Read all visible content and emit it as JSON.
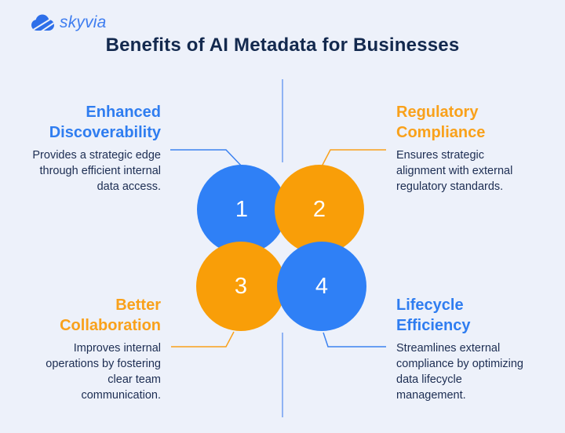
{
  "logo": {
    "text": "skyvia",
    "cloud_icon_color": "#2E6FE9"
  },
  "title": "Benefits of AI Metadata for Businesses",
  "colors": {
    "background": "#EDF1FA",
    "title_text": "#13294E",
    "body_text": "#1C2D52",
    "accent_blue": "#2F7DF0",
    "accent_orange": "#F9A11B",
    "circle_blue": "#2F80F6",
    "circle_orange": "#F99E08",
    "guide_line": "#8FB3F4"
  },
  "circles": [
    {
      "number": "1",
      "color": "#2F80F6"
    },
    {
      "number": "2",
      "color": "#F99E08"
    },
    {
      "number": "3",
      "color": "#F99E08"
    },
    {
      "number": "4",
      "color": "#2F80F6"
    }
  ],
  "benefits": [
    {
      "title": "Enhanced\nDiscoverability",
      "description": "Provides a strategic edge\nthrough efficient internal\ndata access.",
      "accent": "blue",
      "position": "top-left"
    },
    {
      "title": "Regulatory\nCompliance",
      "description": "Ensures strategic\nalignment with external\nregulatory standards.",
      "accent": "orange",
      "position": "top-right"
    },
    {
      "title": "Better\nCollaboration",
      "description": "Improves internal\noperations by fostering\nclear team\ncommunication.",
      "accent": "orange",
      "position": "bottom-left"
    },
    {
      "title": "Lifecycle\nEfficiency",
      "description": "Streamlines external\ncompliance by optimizing\ndata lifecycle\nmanagement.",
      "accent": "blue",
      "position": "bottom-right"
    }
  ]
}
